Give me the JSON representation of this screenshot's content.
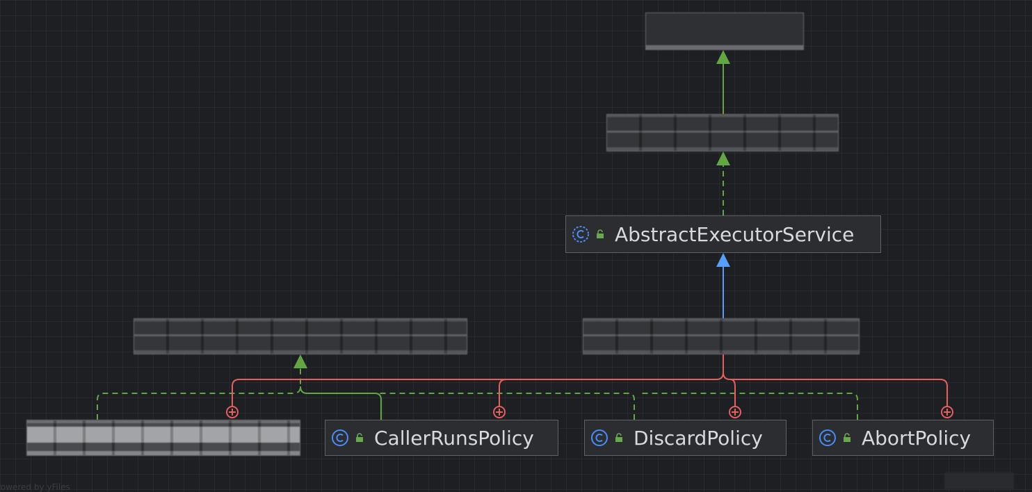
{
  "colors": {
    "background": "#1e1f22",
    "node_fill": "#2b2d30",
    "node_border": "#5f6166",
    "text": "#d7d9dd",
    "extends_edge": "#589df6",
    "implements_edge": "#62a744",
    "inner_class_edge": "#e5605f",
    "class_icon": "#4a8df7",
    "lock_icon": "#6aa84f"
  },
  "nodes": {
    "abstract_executor_service": {
      "label": "AbstractExecutorService",
      "icon": "abstract-class-icon",
      "visibility": "public-lock-icon"
    },
    "caller_runs_policy": {
      "label": "CallerRunsPolicy",
      "icon": "class-icon",
      "visibility": "public-lock-icon"
    },
    "discard_policy": {
      "label": "DiscardPolicy",
      "icon": "class-icon",
      "visibility": "public-lock-icon"
    },
    "abort_policy": {
      "label": "AbortPolicy",
      "icon": "class-icon",
      "visibility": "public-lock-icon"
    }
  },
  "footer": {
    "watermark": "Powered by yFiles"
  }
}
